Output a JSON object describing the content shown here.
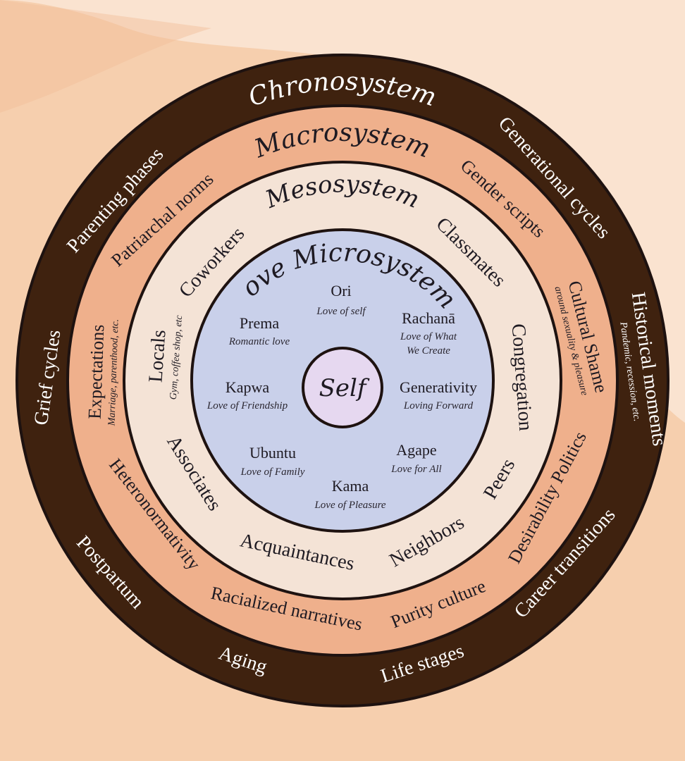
{
  "colors": {
    "background": "#f6cfae",
    "chrono_ring": "#3f220f",
    "macro_ring": "#efb08c",
    "meso_ring": "#f4e3d6",
    "micro_disc": "#c9d0ea",
    "self_disc": "#e6d8f0",
    "outline": "#1e1210",
    "light_text": "#ffffff",
    "dark_text": "#1e1a22"
  },
  "chronosystem": {
    "title": "Chronosystem",
    "items": [
      {
        "label": "Generational cycles"
      },
      {
        "label": "Historical moments",
        "sub": "Pandemic, recession, etc."
      },
      {
        "label": "Career transitions"
      },
      {
        "label": "Life stages"
      },
      {
        "label": "Aging"
      },
      {
        "label": "Postpartum"
      },
      {
        "label": "Grief cycles"
      },
      {
        "label": "Parenting phases"
      }
    ]
  },
  "macrosystem": {
    "title": "Macrosystem",
    "items": [
      {
        "label": "Gender scripts"
      },
      {
        "label": "Cultural Shame",
        "sub": "around sexuality & pleasure"
      },
      {
        "label": "Desirability Politics"
      },
      {
        "label": "Purity culture"
      },
      {
        "label": "Racialized narratives"
      },
      {
        "label": "Heteronormativity"
      },
      {
        "label": "Expectations",
        "sub": "Marriage, parenthood, etc."
      },
      {
        "label": "Patriarchal norms"
      }
    ]
  },
  "mesosystem": {
    "title": "Mesosystem",
    "items": [
      {
        "label": "Classmates"
      },
      {
        "label": "Congregation"
      },
      {
        "label": "Peers"
      },
      {
        "label": "Neighbors"
      },
      {
        "label": "Acquaintances"
      },
      {
        "label": "Associates"
      },
      {
        "label": "Locals",
        "sub": "Gym, coffee shop, etc"
      },
      {
        "label": "Coworkers"
      }
    ]
  },
  "microsystem": {
    "title": "Love Microsystem",
    "items": [
      {
        "name": "Ori",
        "desc": "Love of self"
      },
      {
        "name": "Rachanā",
        "desc": "Love of What",
        "desc2": "We Create"
      },
      {
        "name": "Generativity",
        "desc": "Loving Forward"
      },
      {
        "name": "Agape",
        "desc": "Love for All"
      },
      {
        "name": "Kama",
        "desc": "Love of Pleasure"
      },
      {
        "name": "Ubuntu",
        "desc": "Love of Family"
      },
      {
        "name": "Kapwa",
        "desc": "Love of Friendship"
      },
      {
        "name": "Prema",
        "desc": "Romantic love"
      }
    ]
  },
  "self": {
    "label": "Self"
  }
}
